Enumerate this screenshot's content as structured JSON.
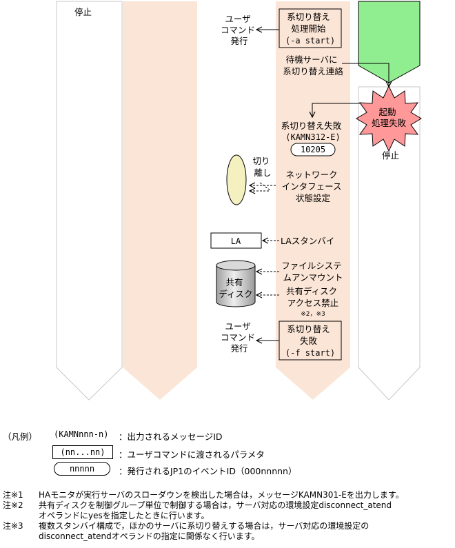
{
  "lanes": {
    "lane1_state": "停止",
    "lane5_state": "停止"
  },
  "flow": {
    "user_command_1": [
      "ユーザ",
      "コマンド",
      "発行"
    ],
    "switch_start": [
      "系切り替え",
      "処理開始",
      "(-a start)"
    ],
    "notify": [
      "待機サーバに",
      "系切り替え連絡"
    ],
    "startup_fail": [
      "起動",
      "処理失敗"
    ],
    "switch_fail": [
      "系切り替え失敗",
      "(KAMN312-E)"
    ],
    "event_id": "10205",
    "detach": [
      "切り",
      "離し"
    ],
    "nic_state": [
      "ネットワーク",
      "インタフェース",
      "状態設定"
    ],
    "la_box": "LA",
    "la_standby": "LAスタンバイ",
    "shared_disk": [
      "共有",
      "ディスク"
    ],
    "fs_unmount": [
      "ファイルシステ",
      "ムアンマウント"
    ],
    "disk_block": [
      "共有ディスク",
      "アクセス禁止"
    ],
    "disk_block_note": "※2，※3",
    "user_command_2": [
      "ユーザ",
      "コマンド",
      "発行"
    ],
    "switch_fail_param": [
      "系切り替え",
      "失敗",
      "(-f start)"
    ]
  },
  "legend": {
    "heading": "（凡例）",
    "message_sample": "(KAMNnnn-n)",
    "message_desc": "：出力されるメッセージID",
    "param_sample": "(nn...nn)",
    "param_desc": "：ユーザコマンドに渡されるパラメタ",
    "event_sample": "nnnnn",
    "event_desc": "：発行されるJP1のイベントID（000nnnnn）"
  },
  "notes": [
    {
      "label": "注※1",
      "text": "HAモニタが実行サーバのスローダウンを検出した場合は，メッセージKAMN301-Eを出力します。"
    },
    {
      "label": "注※2",
      "text": "共有ディスクを制御グループ単位で制御する場合は，サーバ対応の環境設定disconnect_atend\nオペランドにyesを指定したときに行います。"
    },
    {
      "label": "注※3",
      "text": "複数スタンバイ構成で，ほかのサーバに系切り替えする場合は，サーバ対応の環境設定の\ndisconnect_atendオペランドの指定に関係なく行います。"
    }
  ],
  "colors": {
    "lane_peach": "#fbe5d6",
    "lane_green": "#90ee90",
    "ellipse_fill": "#f5f0c0",
    "burst_fill": "#ff9999"
  }
}
